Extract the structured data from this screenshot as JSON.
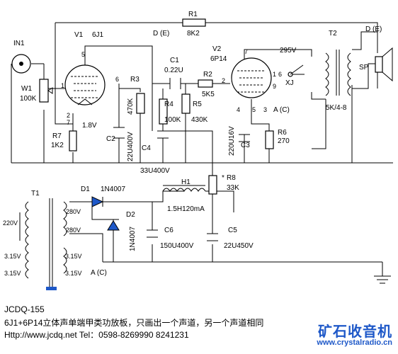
{
  "labels": {
    "in1": "IN1",
    "w1_name": "W1",
    "w1_val": "100K",
    "v1": "V1",
    "v1_type": "6J1",
    "v1_heater": "1.8V",
    "v1_pin5": "5",
    "v1_pin6": "6",
    "v1_pin1": "1",
    "v1_pin2": "2",
    "v1_pin7": "7",
    "r7_name": "R7",
    "r7_val": "1K2",
    "r3": "R3",
    "r3_val": "470K",
    "c2": "C2",
    "c2_val": "22U400V",
    "r4": "R4",
    "r4_val": "100K",
    "c4": "C4",
    "c4_val": "33U400V",
    "c1": "C1",
    "c1_val": "0.22U",
    "r2": "R2",
    "r2_val": "5K5",
    "r5": "R5",
    "r5_val": "430K",
    "r1": "R1",
    "r1_val": "8K2",
    "de1": "D (E)",
    "de2": "D (E)",
    "v2": "V2",
    "v2_type": "6P14",
    "v2_volt": "295V",
    "v2_pin7": "7",
    "v2_pin1": "1",
    "v2_pin6": "6",
    "v2_pin2": "2",
    "v2_pin9": "9",
    "v2_pin4": "4",
    "v2_pin5": "5",
    "v2_pin3": "3",
    "xj": "XJ",
    "ac1": "A (C)",
    "c3": "C3",
    "c3_val": "220U16V",
    "r6": "R6",
    "r6_val": "270",
    "t2": "T2",
    "t2_val": "5K/4-8",
    "sp": "SP",
    "h1": "H1",
    "h1_val": "1.5H120mA",
    "r8": "R8",
    "r8_val": "33K",
    "r8_star": "*",
    "t1": "T1",
    "mains": "220V",
    "hv1": "280V",
    "hv2": "280V",
    "fil1": "3.15V",
    "fil2": "3.15V",
    "fil3": "3.15V",
    "fil4": "3.15V",
    "ac2": "A (C)",
    "d1": "D1",
    "d1_val": "1N4007",
    "d2": "D2",
    "d2_val": "1N4007",
    "c6": "C6",
    "c6_val": "150U400V",
    "c5": "C5",
    "c5_val": "22U450V"
  },
  "footer": {
    "model": "JCDQ-155",
    "desc": "6J1+6P14立体声单端甲类功放板，只画出一个声道，另一个声道相同",
    "contact": "Http://www.jcdq.net        Tel：0598-8269990  8241231"
  },
  "brand": {
    "name": "矿石收音机",
    "url": "www.crystalradio.cn",
    "color": "#1e58c8"
  }
}
